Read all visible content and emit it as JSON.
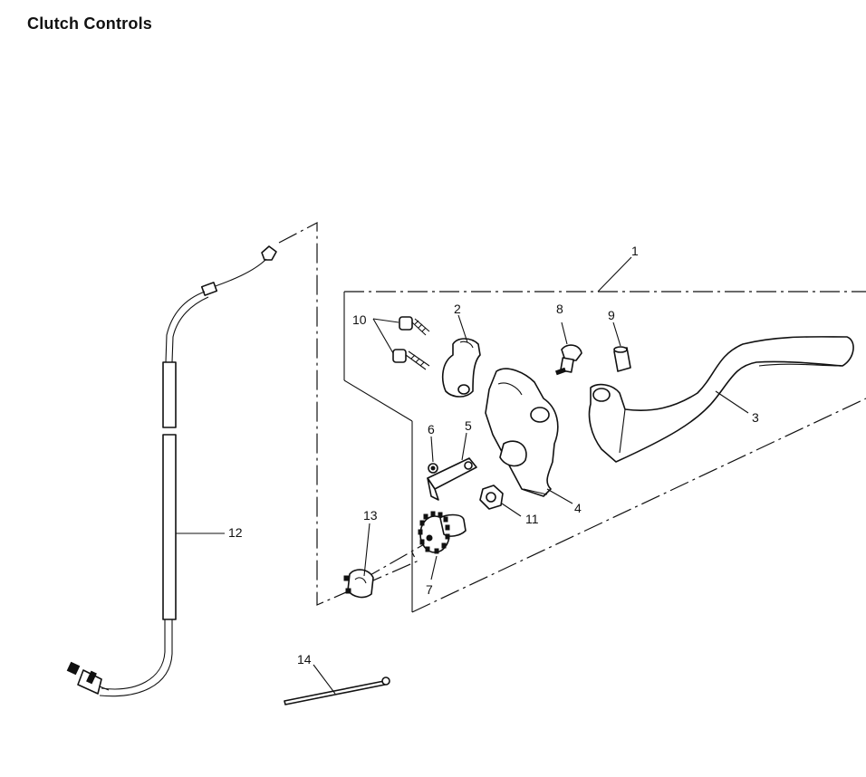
{
  "title": "Clutch Controls",
  "callouts": {
    "c1": "1",
    "c2": "2",
    "c3": "3",
    "c4": "4",
    "c5": "5",
    "c6": "6",
    "c7": "7",
    "c8": "8",
    "c9": "9",
    "c10": "10",
    "c11": "11",
    "c12": "12",
    "c13": "13",
    "c14": "14"
  }
}
